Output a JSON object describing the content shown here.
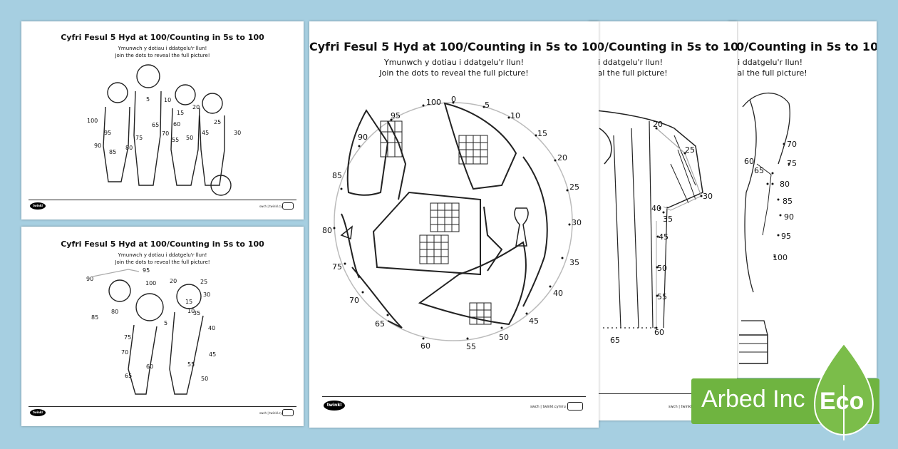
{
  "preview": {
    "title": "Cyfri Fesul 5 Hyd at 100/Counting in 5s to 100",
    "subtitle_welsh": "Ymunwch y dotiau i ddatgelu'r llun!",
    "subtitle_english": "Join the dots to reveal the full picture!",
    "logo": "twinkl",
    "footer": "swch | twinkl.cymru"
  },
  "sheets": {
    "children": {
      "numbers": [
        "5",
        "10",
        "15",
        "20",
        "25",
        "30",
        "45",
        "50",
        "55",
        "60",
        "65",
        "70",
        "75",
        "80",
        "85",
        "90",
        "95",
        "100"
      ]
    },
    "football": {
      "numbers": [
        "0",
        "5",
        "10",
        "15",
        "20",
        "25",
        "30",
        "35",
        "40",
        "45",
        "50",
        "55",
        "60",
        "65",
        "70",
        "75",
        "80",
        "85",
        "90",
        "95",
        "100"
      ]
    },
    "shirt": {
      "numbers": [
        "20",
        "25",
        "30",
        "35",
        "40",
        "45",
        "50",
        "55",
        "60",
        "65"
      ]
    },
    "trophy": {
      "numbers": [
        "60",
        "65",
        "70",
        "75",
        "80",
        "85",
        "90",
        "95",
        "100"
      ]
    },
    "boys": {
      "numbers": [
        "5",
        "10",
        "15",
        "20",
        "25",
        "30",
        "35",
        "40",
        "45",
        "50",
        "55",
        "60",
        "65",
        "70",
        "75",
        "80",
        "85",
        "90",
        "95",
        "100"
      ]
    }
  },
  "badge": {
    "brand": "Arbed Inc",
    "eco": "Eco",
    "color": "#6fb440"
  }
}
